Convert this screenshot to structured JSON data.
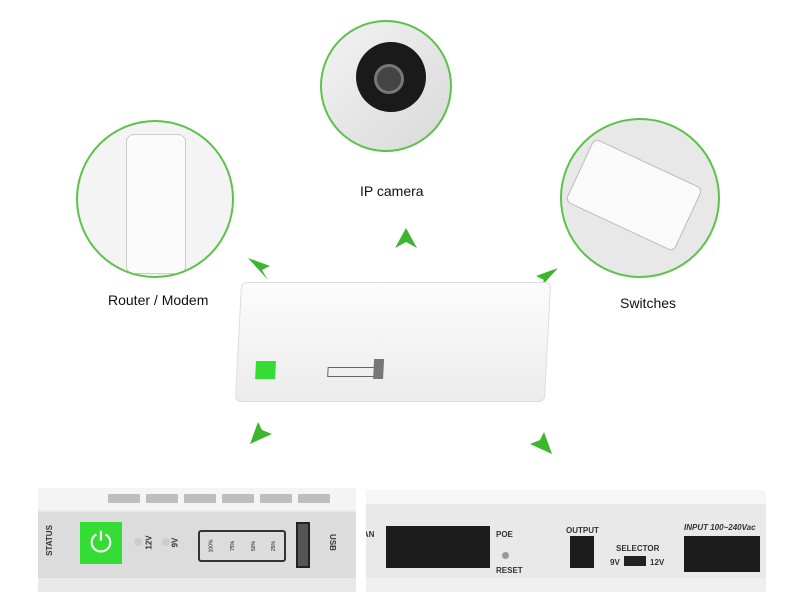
{
  "labels": {
    "router": "Router / Modem",
    "camera": "IP camera",
    "switches": "Switches"
  },
  "front_panel": {
    "status": "STATUS",
    "v12": "12V",
    "v9": "9V",
    "levels": [
      "100%",
      "75%",
      "50%",
      "25%"
    ],
    "usb": "USB"
  },
  "rear_panel": {
    "lan": "LAN",
    "poe": "POE",
    "reset": "RESET",
    "output": "OUTPUT",
    "selector": "SELECTOR",
    "sel_9v": "9V",
    "sel_12v": "12V",
    "input": "INPUT 100~240Vac"
  },
  "colors": {
    "accent": "#3cb62e",
    "power_button": "#33dd33"
  }
}
